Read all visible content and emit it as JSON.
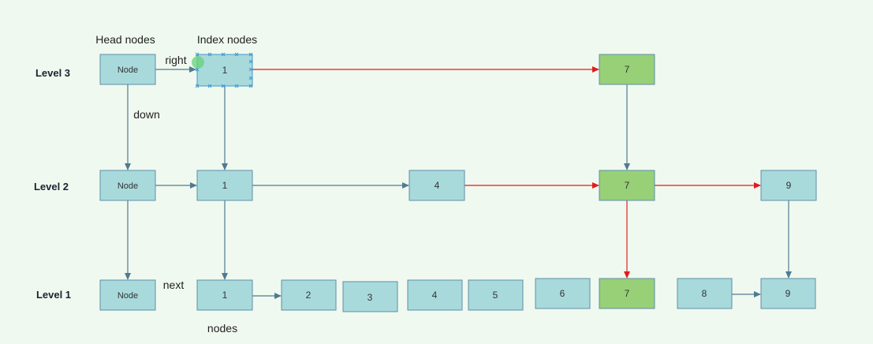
{
  "colors": {
    "background": "#f0f9ef",
    "node_fill": "#a8dadc",
    "highlight_fill": "#97d077",
    "node_stroke": "#5e8fa8",
    "edge_default": "#4f7a94",
    "edge_highlight": "#e31a1c",
    "selection": "#3a9ad9"
  },
  "headers": {
    "head_nodes": "Head nodes",
    "index_nodes": "Index nodes"
  },
  "levels": {
    "level3": "Level 3",
    "level2": "Level 2",
    "level1": "Level 1"
  },
  "edge_labels": {
    "right": "right",
    "down": "down",
    "next": "next",
    "nodes": "nodes"
  },
  "nodes": {
    "l3_head": "Node",
    "l3_1": "1",
    "l3_7": "7",
    "l2_head": "Node",
    "l2_1": "1",
    "l2_4": "4",
    "l2_7": "7",
    "l2_9": "9",
    "l1_head": "Node",
    "l1_1": "1",
    "l1_2": "2",
    "l1_3": "3",
    "l1_4": "4",
    "l1_5": "5",
    "l1_6": "6",
    "l1_7": "7",
    "l1_8": "8",
    "l1_9": "9"
  },
  "highlighted_nodes": [
    "l3_7",
    "l2_7",
    "l1_7"
  ],
  "selected_node": "l3_1"
}
